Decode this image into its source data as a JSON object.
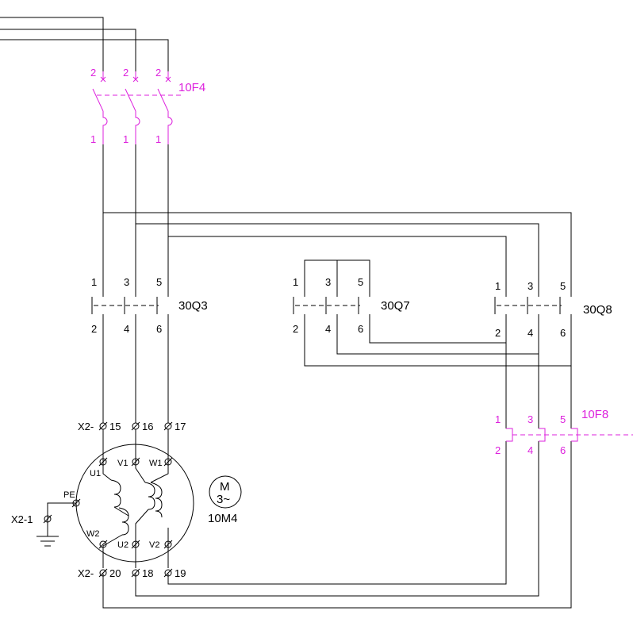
{
  "colors": {
    "wire": "#000000",
    "protective": "#dd22dd"
  },
  "breaker_10F4": {
    "tag": "10F4",
    "top_labels": [
      "2",
      "2",
      "2"
    ],
    "bottom_labels": [
      "1",
      "1",
      "1"
    ]
  },
  "contactor_30Q3": {
    "tag": "30Q3",
    "top_labels": [
      "1",
      "3",
      "5"
    ],
    "bottom_labels": [
      "2",
      "4",
      "6"
    ]
  },
  "contactor_30Q7": {
    "tag": "30Q7",
    "top_labels": [
      "1",
      "3",
      "5"
    ],
    "bottom_labels": [
      "2",
      "4",
      "6"
    ]
  },
  "contactor_30Q8": {
    "tag": "30Q8",
    "top_labels": [
      "1",
      "3",
      "5"
    ],
    "bottom_labels": [
      "2",
      "4",
      "6"
    ]
  },
  "overload_10F8": {
    "tag": "10F8",
    "top_labels": [
      "1",
      "3",
      "5"
    ],
    "bottom_labels": [
      "2",
      "4",
      "6"
    ]
  },
  "terminals": {
    "top_prefix": "X2-",
    "top": [
      "15",
      "16",
      "17"
    ],
    "bottom_prefix": "X2-",
    "bottom": [
      "20",
      "18",
      "19"
    ],
    "earth": "X2-1"
  },
  "motor": {
    "tag": "10M4",
    "symbol_letter": "M",
    "symbol_phase": "3~",
    "pe": "PE",
    "u1": "U1",
    "v1": "V1",
    "w1": "W1",
    "u2": "U2",
    "v2": "V2",
    "w2": "W2"
  }
}
